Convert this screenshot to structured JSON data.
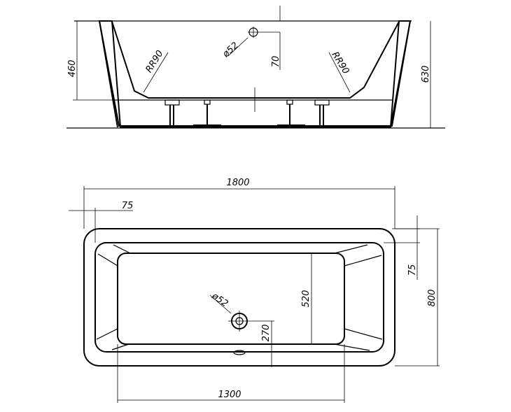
{
  "side_view": {
    "dims": {
      "h460": "460",
      "d52": "ø52",
      "h70": "70",
      "rr_left": "RR90",
      "rr_right": "RR90",
      "h630": "630"
    }
  },
  "top_view": {
    "dims": {
      "length": "1800",
      "rim_left": "75",
      "rim_right": "75",
      "inner_width": "520",
      "width": "800",
      "drain": "ø52",
      "drain_offset": "270",
      "inner_length": "1300"
    }
  }
}
